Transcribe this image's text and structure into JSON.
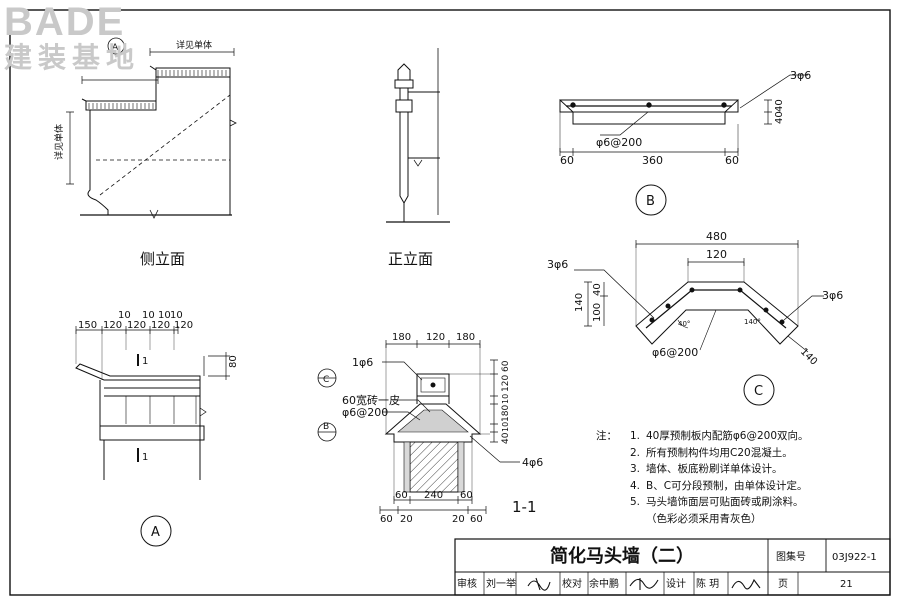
{
  "logo": {
    "brand": "BADE",
    "subtitle": "建装基地"
  },
  "views": {
    "side_elevation": "侧立面",
    "front_elevation": "正立面",
    "section_label": "1-1"
  },
  "markers": {
    "A": "A",
    "B": "B",
    "C": "C",
    "section_mark": "1"
  },
  "side_view": {
    "detail_note_top": "详见单体",
    "detail_note_side": "详见单体"
  },
  "detail_a": {
    "dims": [
      "150",
      "120",
      "120",
      "120",
      "120",
      "10",
      "10",
      "10",
      "10"
    ],
    "dim_right": "80"
  },
  "detail_b": {
    "bars": "3φ6",
    "stirrup": "φ6@200",
    "dims_bottom": [
      "60",
      "360",
      "60"
    ],
    "dims_right": [
      "40",
      "40"
    ]
  },
  "detail_c": {
    "top_width": "480",
    "inner_width": "120",
    "bars_left": "3φ6",
    "bars_right": "3φ6",
    "stirrup": "φ6@200",
    "dims_left": [
      "140",
      "40",
      "100"
    ],
    "angle_1": "40°",
    "angle_2": "140°",
    "side_len": "140"
  },
  "section": {
    "dims_top": [
      "180",
      "120",
      "180"
    ],
    "dims_right": [
      "60",
      "120",
      "10",
      "180",
      "10",
      "40"
    ],
    "dims_bottom_1": [
      "60",
      "240",
      "60"
    ],
    "dims_bottom_2": [
      "60",
      "20",
      "20",
      "60"
    ],
    "label_1phi6": "1φ6",
    "label_brick": "60宽砖一皮",
    "label_stirrup": "φ6@200",
    "label_4phi6": "4φ6"
  },
  "notes": {
    "heading": "注：",
    "items": [
      "40厚预制板内配筋φ6@200双向。",
      "所有预制构件均用C20混凝土。",
      "墙体、板底粉刷详单体设计。",
      "B、C可分段预制，由单体设计定。",
      "马头墙饰面层可贴面砖或刷涂料。"
    ],
    "item_numbers": [
      "1.",
      "2.",
      "3.",
      "4.",
      "5."
    ],
    "continuation": "（色彩必须采用青灰色）"
  },
  "title_block": {
    "title": "简化马头墙（二）",
    "atlas_label": "图集号",
    "atlas_no": "03J922-1",
    "check_label": "审核",
    "checker": "刘一举",
    "proof_label": "校对",
    "proofer": "余中鹏",
    "design_label": "设计",
    "designer": "陈 玥",
    "page_label": "页",
    "page_no": "21"
  }
}
